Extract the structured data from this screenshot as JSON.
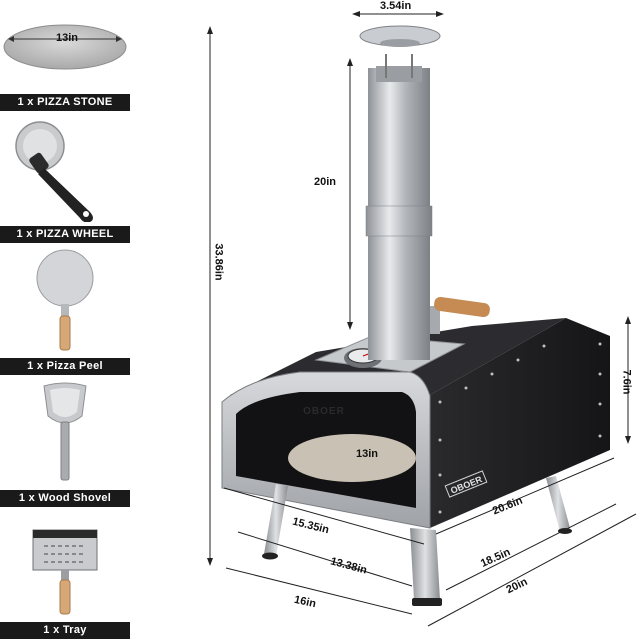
{
  "accessories": [
    {
      "name": "pizza-stone",
      "label": "1 x  PIZZA STONE",
      "size_label": "13in"
    },
    {
      "name": "pizza-wheel",
      "label": "1 x  PIZZA WHEEL"
    },
    {
      "name": "pizza-peel",
      "label": "1 x Pizza Peel"
    },
    {
      "name": "wood-shovel",
      "label": "1 x Wood Shovel"
    },
    {
      "name": "tray",
      "label": "1 x Tray"
    }
  ],
  "dimensions": {
    "chimney_width": "3.54in",
    "chimney_height": "20in",
    "total_height": "33.86in",
    "body_height": "7.6in",
    "stone_inner": "13in",
    "front_width_top": "15.35in",
    "side_depth_top": "20.6in",
    "front_leg_span": "13.38in",
    "side_leg_span": "18.5in",
    "front_overall": "16in",
    "side_overall": "20in"
  },
  "brand": {
    "front_logo": "OBOER",
    "side_logo": "OBOER"
  },
  "colors": {
    "label_bg": "#1a1a1a",
    "steel": "#b9bcc0",
    "oven_body": "#1f1f22",
    "handle_wood": "#c58b52"
  }
}
